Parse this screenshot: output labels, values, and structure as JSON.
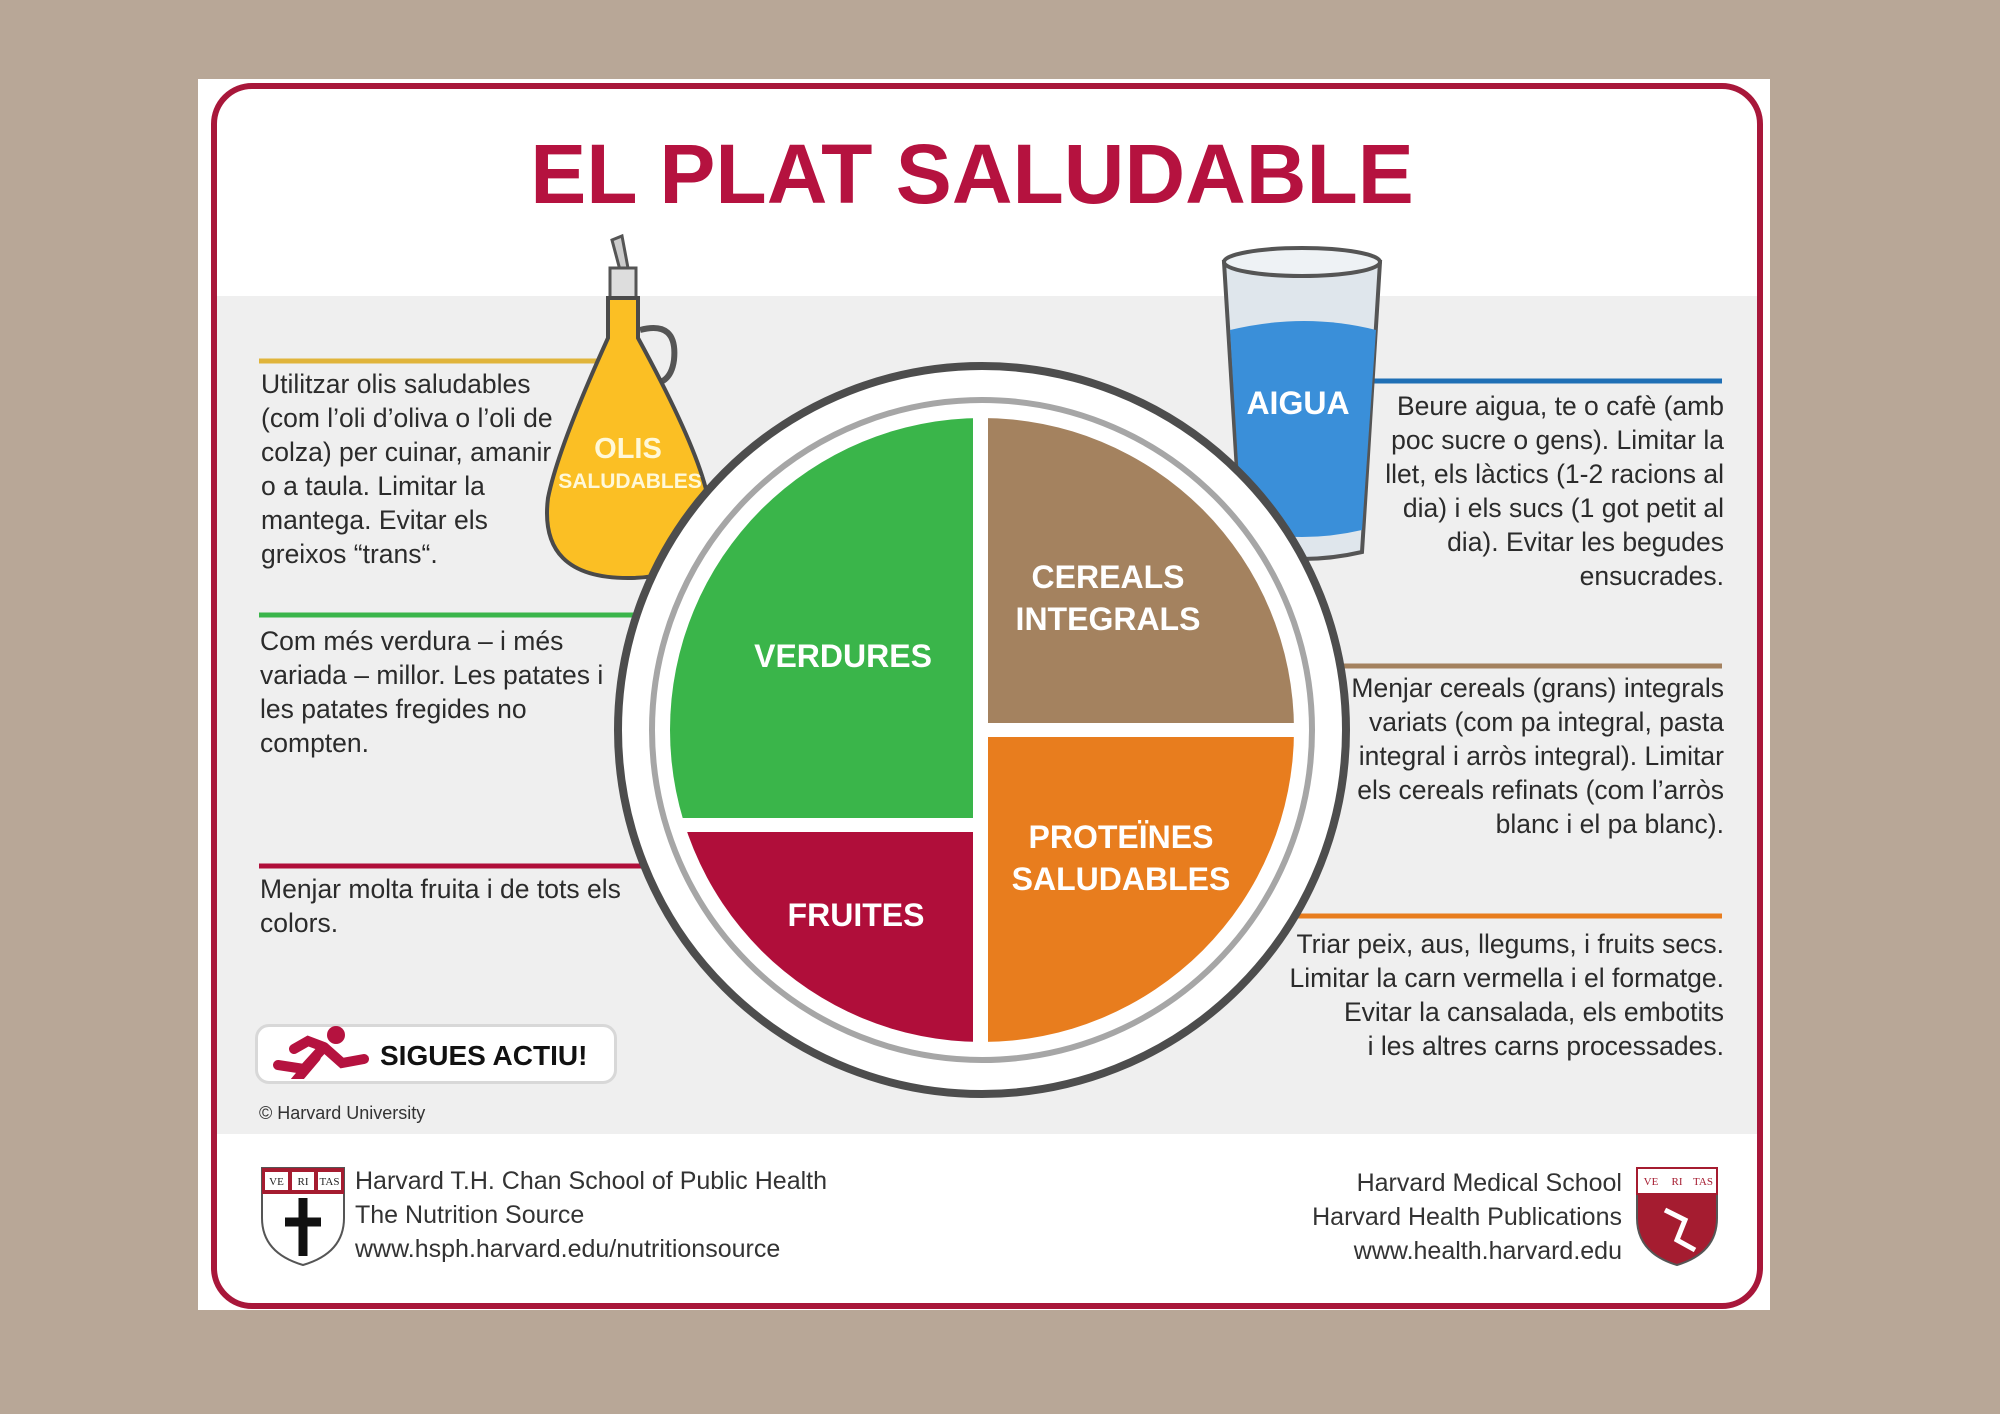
{
  "title": "EL PLAT SALUDABLE",
  "colors": {
    "crimson": "#b5123f",
    "green": "#3ab54a",
    "brown": "#a4825f",
    "orange": "#e87d1e",
    "red": "#b00e3a",
    "yellow": "#fbbf24",
    "blue": "#3a8fd9",
    "background": "#b8a797"
  },
  "plate": {
    "vegetables": "VERDURES",
    "grains": [
      "CEREALS",
      "INTEGRALS"
    ],
    "protein": [
      "PROTEÏNES",
      "SALUDABLES"
    ],
    "fruits": "FRUITES"
  },
  "oil_label": [
    "OLIS",
    "SALUDABLES"
  ],
  "water_label": "AIGUA",
  "notes": {
    "oils": [
      "Utilitzar olis saludables",
      "(com l’oli d’oliva o l’oli de",
      "colza) per cuinar, amanir",
      "o a taula. Limitar la",
      "mantega. Evitar els",
      "greixos “trans“."
    ],
    "vegetables": [
      "Com més verdura – i més",
      "variada – millor. Les patates i",
      "les patates fregides no",
      "compten."
    ],
    "fruits": [
      "Menjar molta fruita i de tots els",
      "colors."
    ],
    "water": [
      "Beure aigua, te o cafè (amb",
      "poc sucre o gens). Limitar la",
      "llet, els làctics (1-2 racions al",
      "dia) i els sucs (1 got petit al",
      "dia). Evitar les begudes",
      "ensucrades."
    ],
    "grains": [
      "Menjar cereals (grans) integrals",
      "variats (com pa integral, pasta",
      "integral i arròs integral). Limitar",
      "els cereals refinats (com l’arròs",
      "blanc i el pa blanc)."
    ],
    "protein": [
      "Triar peix, aus, llegums, i fruits secs.",
      "Limitar la carn vermella i el formatge.",
      "Evitar la cansalada, els embotits",
      "i les altres carns processades."
    ]
  },
  "active_label": "SIGUES ACTIU!",
  "copyright": "© Harvard University",
  "footer": {
    "left": [
      "Harvard T.H. Chan School of Public Health",
      "The Nutrition Source",
      "www.hsph.harvard.edu/nutritionsource"
    ],
    "right": [
      "Harvard Medical School",
      "Harvard Health Publications",
      "www.health.harvard.edu"
    ],
    "shield_text": [
      "VE",
      "RI",
      "TAS"
    ]
  }
}
